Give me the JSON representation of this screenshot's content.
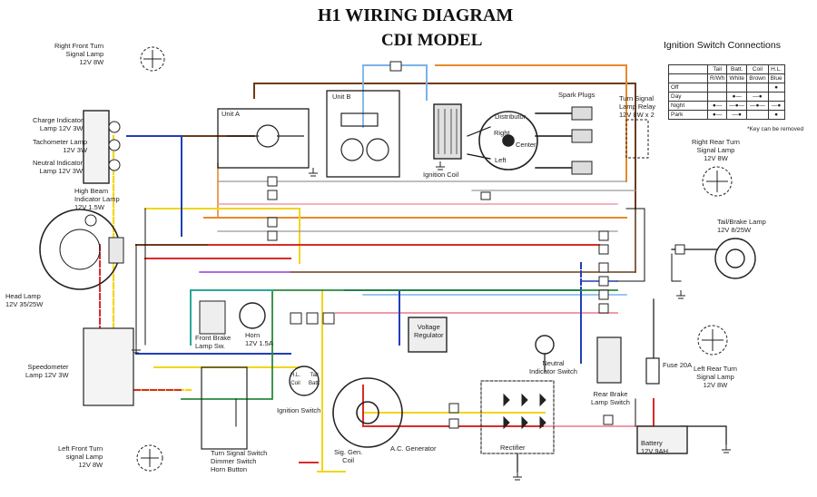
{
  "title": "H1 WIRING DIAGRAM",
  "subtitle": "CDI MODEL",
  "components": {
    "right_front_turn": "Right Front Turn\nSignal Lamp\n12V 8W",
    "charge_indicator": "Charge Indicator\nLamp 12V 3W",
    "tachometer_lamp": "Tachometer Lamp\n12V 3W",
    "neutral_indicator_lamp": "Neutral Indicator\nLamp 12V 3W",
    "high_beam": "High Beam\nIndicator Lamp\n12V 1.5W",
    "head_lamp": "Head Lamp\n12V 35/25W",
    "speedometer_lamp": "Speedometer\nLamp 12V 3W",
    "left_front_turn": "Left Front Turn\nsignal Lamp\n12V 8W",
    "unit_a": "Unit A",
    "unit_b": "Unit B",
    "spark_plugs": "Spark Plugs",
    "distributor": "Distributor",
    "right": "Right",
    "center": "Center",
    "left": "Left",
    "ignition_coil": "Ignition Coil",
    "turn_signal_relay": "Turn Signal\nLamp Relay\n12V 8W x 2",
    "right_rear_turn": "Right Rear Turn\nSignal Lamp\n12V 8W",
    "tail_brake": "Tail/Brake Lamp\n12V 8/25W",
    "front_brake_sw": "Front Brake\nLamp Sw.",
    "horn": "Horn\n12V 1.5A",
    "voltage_regulator": "Voltage\nRegulator",
    "neutral_switch": "Neutral\nIndicator Switch",
    "rear_brake_sw": "Rear Brake\nLamp Switch",
    "fuse": "Fuse 20A",
    "left_rear_turn": "Left Rear Turn\nSignal Lamp\n12V 8W",
    "ignition_switch": "Ignition Switch",
    "sig_gen_coil": "Sig. Gen.\nCoil",
    "ac_generator": "A.C. Generator",
    "rectifier": "Rectifier",
    "battery": "Battery\n12V 9AH",
    "handlebar_switches": "Turn Signal Switch\nDimmer Switch\nHorn Button",
    "sw_hl_coil": "H.L.\nCoil",
    "sw_tail_batt": "Tail\nBatt."
  },
  "ignition_table": {
    "title": "Ignition Switch Connections",
    "headers": [
      "",
      "Tail",
      "Batt.",
      "Coil",
      "H.L."
    ],
    "wire_colors": [
      "",
      "R/Wh",
      "White",
      "Brown",
      "Blue"
    ],
    "rows": [
      "Off",
      "Day",
      "Night",
      "Park"
    ],
    "note": "*Key can be removed"
  },
  "wire_colors": {
    "red": "#d92b2b",
    "yellow": "#f2d51a",
    "blue": "#1f3fb8",
    "brown": "#6b3b1a",
    "white": "#cfcfcf",
    "green": "#2a8a3a",
    "black": "#111111",
    "orange": "#e8892a",
    "lightblue": "#7ab3e8",
    "pink": "#f29aa8",
    "teal": "#2aa79a",
    "purple": "#9a3ad0",
    "gray": "#777777"
  }
}
